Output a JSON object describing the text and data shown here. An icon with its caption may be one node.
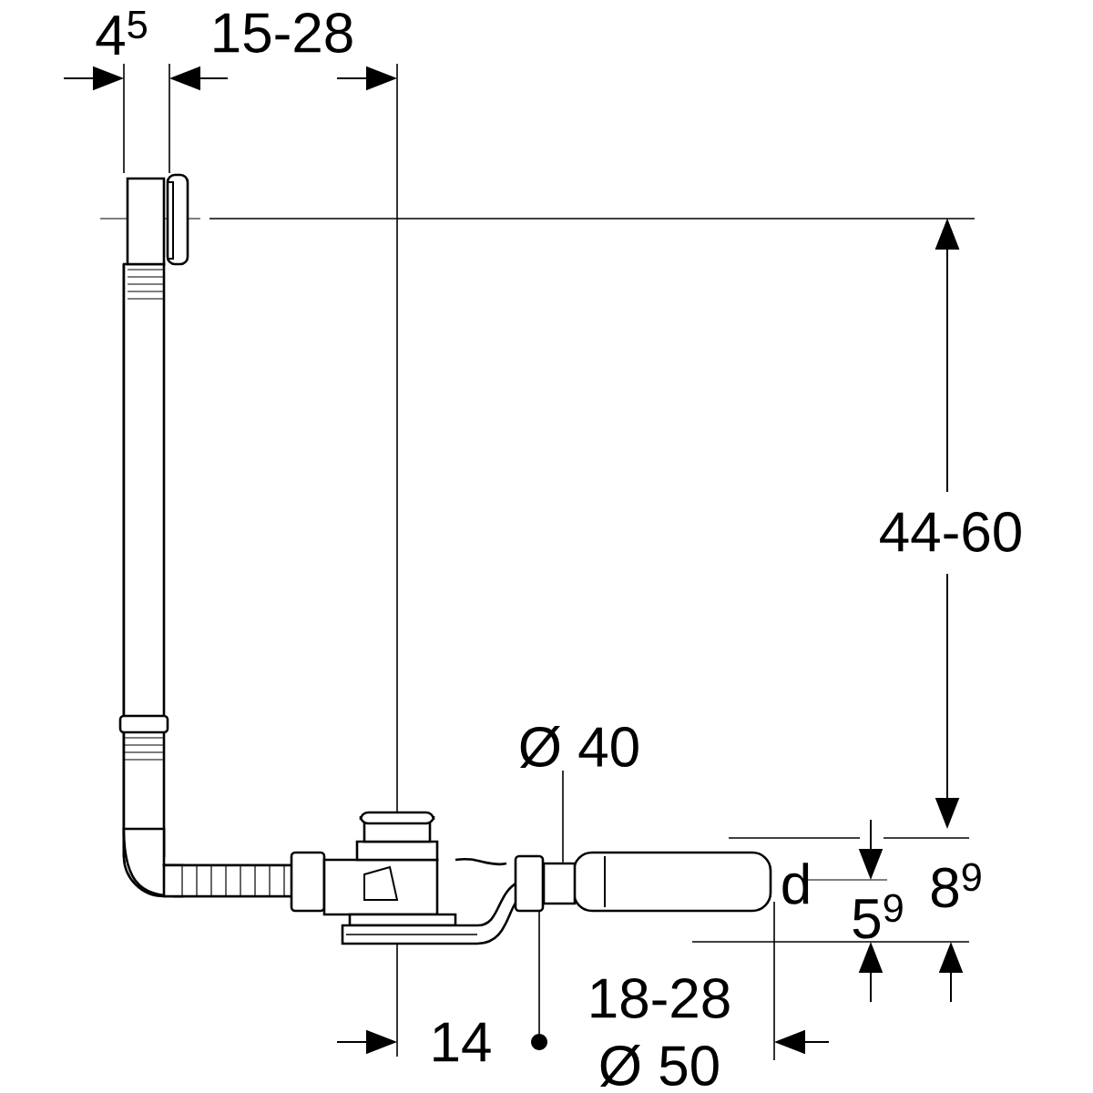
{
  "diagram": {
    "nodes": [
      {
        "text": [
          "Ø 40"
        ]
      },
      {
        "text": [],
        "shape": "box"
      }
    ],
    "edges": [
      {
        "from": 0,
        "to": 1,
        "arrow": "none"
      }
    ],
    "labels": [
      "4$^{5}$",
      "15-28",
      "44-60",
      "d",
      "8$^{9}$",
      "5$^{9}$",
      "18-28",
      "14",
      "Ø 50"
    ]
  }
}
